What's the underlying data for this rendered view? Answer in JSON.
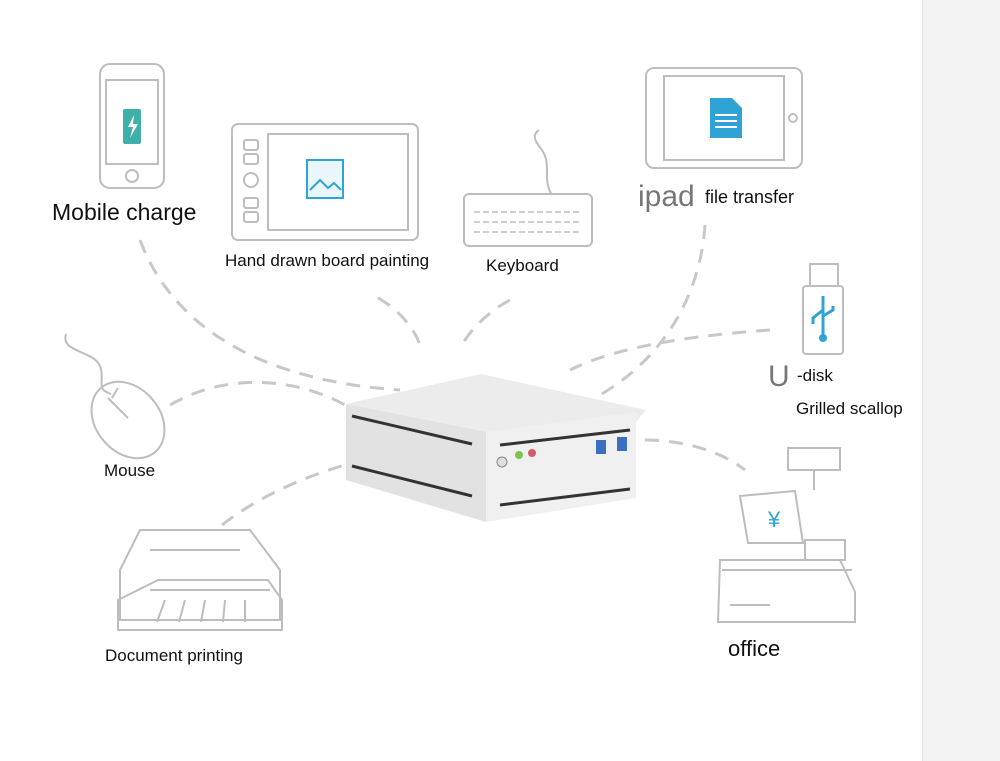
{
  "labels": {
    "mobile": "Mobile charge",
    "tablet": "Hand drawn board painting",
    "keyboard": "Keyboard",
    "ipad_word": "ipad",
    "ipad_rest": "file transfer",
    "udisk_letter": "U",
    "udisk_rest": "-disk",
    "grilled": "Grilled scallop",
    "mouse": "Mouse",
    "printer": "Document printing",
    "office": "office"
  },
  "icons": [
    "phone-battery-icon",
    "drawing-tablet-icon",
    "keyboard-icon",
    "ipad-document-icon",
    "usb-drive-icon",
    "mouse-icon",
    "printer-icon",
    "cash-register-icon",
    "mini-pc-image"
  ],
  "colors": {
    "accent": "#2fa3d6",
    "line": "#c8c8c8",
    "register_symbol": "¥"
  }
}
